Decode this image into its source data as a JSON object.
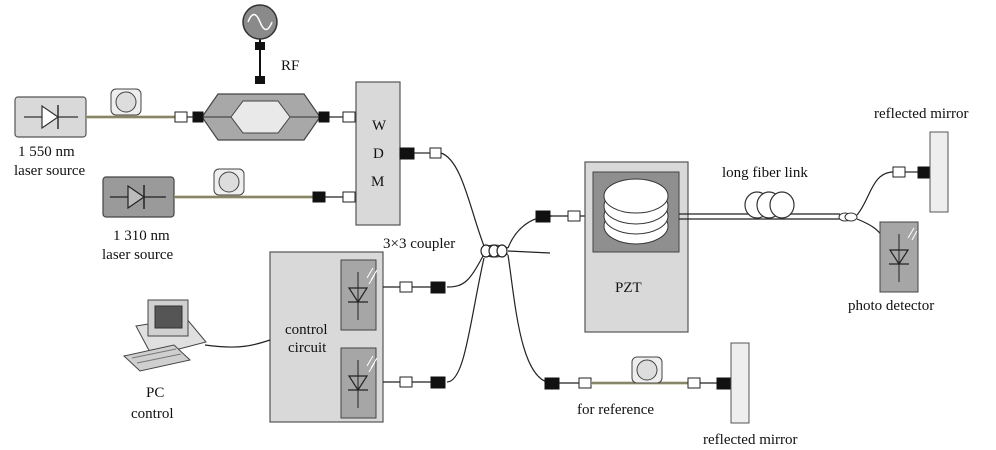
{
  "labels": {
    "rf": "RF",
    "wdm_w": "W",
    "wdm_d": "D",
    "wdm_m": "M",
    "laser1550_l1": "1 550 nm",
    "laser1550_l2": "laser source",
    "laser1310_l1": "1 310 nm",
    "laser1310_l2": "laser source",
    "coupler": "3×3 coupler",
    "control_l1": "control",
    "control_l2": "circuit",
    "pc_l1": "PC",
    "pc_l2": "control",
    "pzt": "PZT",
    "long_fiber": "long fiber link",
    "reflected_mirror_top": "reflected mirror",
    "photo_detector": "photo detector",
    "for_reference": "for reference",
    "reflected_mirror_bottom": "reflected mirror"
  }
}
